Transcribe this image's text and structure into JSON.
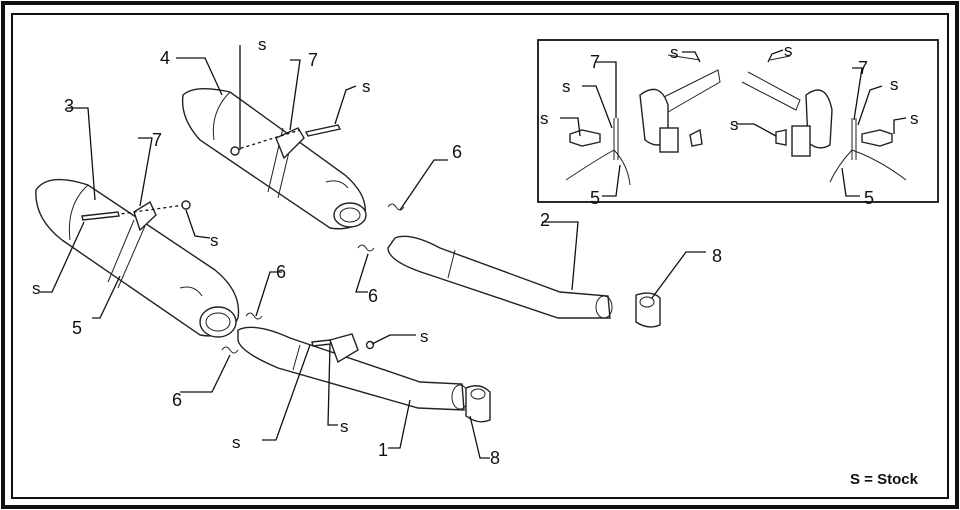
{
  "diagram": {
    "legend": "S = Stock",
    "callouts": {
      "p1": "1",
      "p2": "2",
      "p3": "3",
      "p4": "4",
      "p5": "5",
      "p6": "6",
      "p7": "7",
      "p8": "8",
      "stock": "s"
    }
  }
}
